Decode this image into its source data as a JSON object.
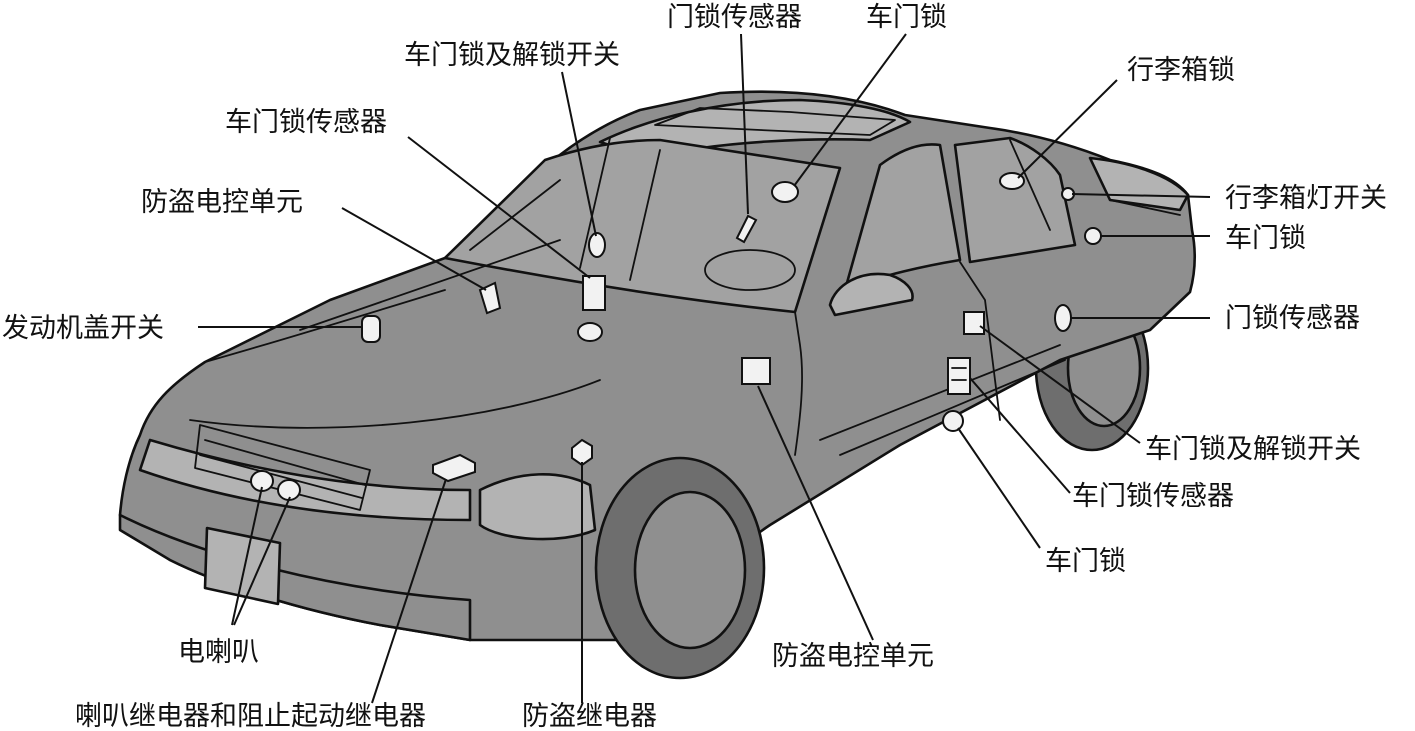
{
  "labels": {
    "door_lock_sensor_top": "门锁传感器",
    "door_lock_top": "车门锁",
    "door_lock_unlock_switch_top": "车门锁及解锁开关",
    "trunk_lock": "行李箱锁",
    "door_lock_sensor_left": "车门锁传感器",
    "antitheft_ecu_left": "防盗电控单元",
    "trunk_light_switch": "行李箱灯开关",
    "door_lock_right": "车门锁",
    "hood_switch": "发动机盖开关",
    "door_lock_sensor_right": "门锁传感器",
    "door_lock_unlock_switch_right": "车门锁及解锁开关",
    "door_lock_sensor_lower": "车门锁传感器",
    "door_lock_lower": "车门锁",
    "antitheft_ecu_bottom": "防盗电控单元",
    "electric_horn": "电喇叭",
    "horn_and_start_inhibit_relay": "喇叭继电器和阻止起动继电器",
    "antitheft_relay": "防盗继电器"
  },
  "colors": {
    "body": "#8f8f8f",
    "tire": "#6e6e6e",
    "highlight": "#b3b3b3",
    "component": "#f2f2f2",
    "ink": "#111111"
  }
}
